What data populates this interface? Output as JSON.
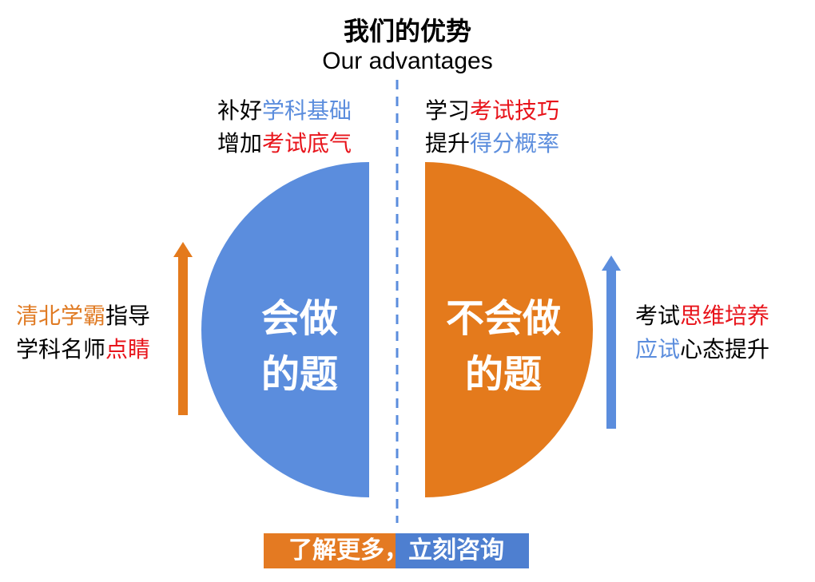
{
  "title": {
    "cn": "我们的优势",
    "en": "Our advantages"
  },
  "left_top": {
    "line1": {
      "a": "补好",
      "b": "学科基础"
    },
    "line2": {
      "a": "增加",
      "b": "考试底气"
    }
  },
  "right_top": {
    "line1": {
      "a": "学习",
      "b": "考试技巧"
    },
    "line2": {
      "a": "提升",
      "b": "得分概率"
    }
  },
  "left_side": {
    "line1": {
      "a": "清北学霸",
      "b": "指导"
    },
    "line2": {
      "a": "学科名师",
      "b": "点睛"
    }
  },
  "right_side": {
    "line1": {
      "a": "考试",
      "b": "思维培养"
    },
    "line2": {
      "a": "应试",
      "b": "心态提升"
    }
  },
  "left_half": {
    "line1": "会做",
    "line2": "的题"
  },
  "right_half": {
    "line1": "不会做",
    "line2": "的题"
  },
  "cta": {
    "label": "了解更多，立刻咨询"
  },
  "colors": {
    "blue": "#5b8ddd",
    "orange": "#e07b24",
    "red": "#e8141b"
  }
}
